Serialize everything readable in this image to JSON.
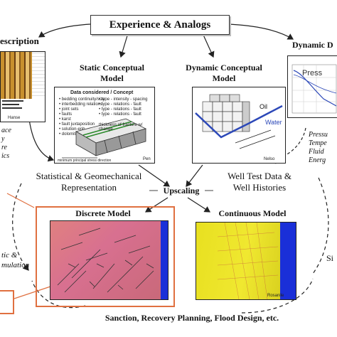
{
  "top_box": {
    "title": "Experience & Analogs"
  },
  "static_model": {
    "title_line1": "Static Conceptual",
    "title_line2": "Model",
    "inner_title": "Data considered / Concept",
    "bullets_left": [
      "• bedding continuity/size",
      "• interbedding relations",
      "• joint sets",
      "• faults",
      "• karst",
      "• fault juxtaposition",
      "• solution-enh",
      "• dolomite"
    ],
    "bullets_right": [
      "• type - intensity - spacing",
      "• type - relations - fault",
      "• type - relations - fault",
      "• type - relations - fault"
    ],
    "inner_note": "thickness of fracture w/ change",
    "inner_axis": "minimum principal stress direction",
    "author": "Pen"
  },
  "dynamic_model": {
    "title_line1": "Dynamic Conceptual",
    "title_line2": "Model",
    "oil_label": "Oil",
    "water_label": "Water",
    "author": "Nelso"
  },
  "description": {
    "title": "escription",
    "author": "Hanse",
    "side_lines": [
      "ace",
      "y",
      "re",
      "ics"
    ]
  },
  "dynamic_data": {
    "title": "Dynamic D",
    "label": "Press",
    "side_lines": [
      "Pressu",
      "Tempe",
      "Fluid",
      "Energ"
    ]
  },
  "middle": {
    "left_line1": "Statistical & Geomechanical",
    "left_line2": "Representation",
    "center": "Upscaling",
    "right_line1": "Well Test Data &",
    "right_line2": "Well Histories"
  },
  "discrete_model": {
    "title": "Discrete Model"
  },
  "continuous_model": {
    "title": "Continuous Model",
    "author": "Rosanile"
  },
  "left_edge": {
    "lines": [
      "tic &",
      "mulation"
    ]
  },
  "right_edge": {
    "lines": [
      "Si"
    ]
  },
  "bottom": {
    "text": "Sanction, Recovery Planning, Flood Design, etc."
  }
}
